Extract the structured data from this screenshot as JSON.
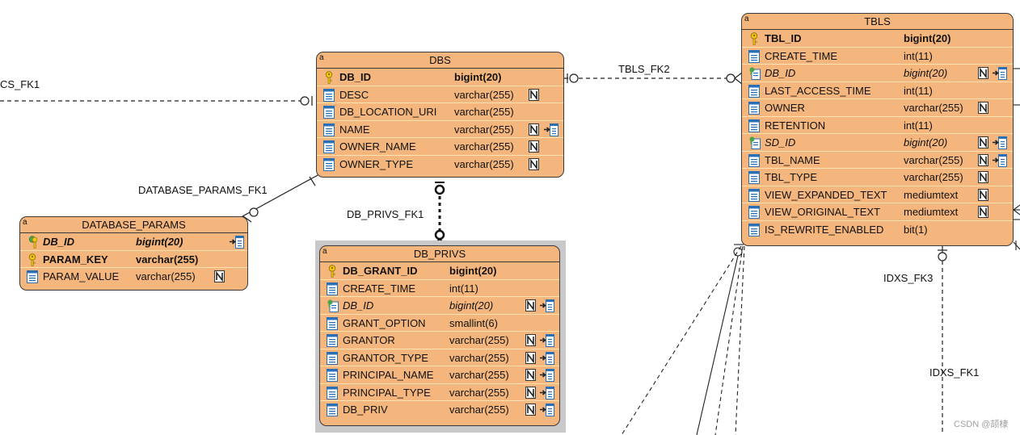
{
  "relationships": {
    "cs_fk1": "CS_FK1",
    "tbls_fk2": "TBLS_FK2",
    "database_params_fk1": "DATABASE_PARAMS_FK1",
    "db_privs_fk1": "DB_PRIVS_FK1",
    "idxs_fk3": "IDXS_FK3",
    "idxs_fk1": "IDXS_FK1"
  },
  "entities": {
    "dbs": {
      "title": "DBS",
      "rows": [
        {
          "name": "DB_ID",
          "type": "bigint(20)"
        },
        {
          "name": "DESC",
          "type": "varchar(255)"
        },
        {
          "name": "DB_LOCATION_URI",
          "type": "varchar(255)"
        },
        {
          "name": "NAME",
          "type": "varchar(255)"
        },
        {
          "name": "OWNER_NAME",
          "type": "varchar(255)"
        },
        {
          "name": "OWNER_TYPE",
          "type": "varchar(255)"
        }
      ]
    },
    "database_params": {
      "title": "DATABASE_PARAMS",
      "rows": [
        {
          "name": "DB_ID",
          "type": "bigint(20)"
        },
        {
          "name": "PARAM_KEY",
          "type": "varchar(255)"
        },
        {
          "name": "PARAM_VALUE",
          "type": "varchar(255)"
        }
      ]
    },
    "db_privs": {
      "title": "DB_PRIVS",
      "rows": [
        {
          "name": "DB_GRANT_ID",
          "type": "bigint(20)"
        },
        {
          "name": "CREATE_TIME",
          "type": "int(11)"
        },
        {
          "name": "DB_ID",
          "type": "bigint(20)"
        },
        {
          "name": "GRANT_OPTION",
          "type": "smallint(6)"
        },
        {
          "name": "GRANTOR",
          "type": "varchar(255)"
        },
        {
          "name": "GRANTOR_TYPE",
          "type": "varchar(255)"
        },
        {
          "name": "PRINCIPAL_NAME",
          "type": "varchar(255)"
        },
        {
          "name": "PRINCIPAL_TYPE",
          "type": "varchar(255)"
        },
        {
          "name": "DB_PRIV",
          "type": "varchar(255)"
        }
      ]
    },
    "tbls": {
      "title": "TBLS",
      "rows": [
        {
          "name": "TBL_ID",
          "type": "bigint(20)"
        },
        {
          "name": "CREATE_TIME",
          "type": "int(11)"
        },
        {
          "name": "DB_ID",
          "type": "bigint(20)"
        },
        {
          "name": "LAST_ACCESS_TIME",
          "type": "int(11)"
        },
        {
          "name": "OWNER",
          "type": "varchar(255)"
        },
        {
          "name": "RETENTION",
          "type": "int(11)"
        },
        {
          "name": "SD_ID",
          "type": "bigint(20)"
        },
        {
          "name": "TBL_NAME",
          "type": "varchar(255)"
        },
        {
          "name": "TBL_TYPE",
          "type": "varchar(255)"
        },
        {
          "name": "VIEW_EXPANDED_TEXT",
          "type": "mediumtext"
        },
        {
          "name": "VIEW_ORIGINAL_TEXT",
          "type": "mediumtext"
        },
        {
          "name": "IS_REWRITE_ENABLED",
          "type": "bit(1)"
        }
      ]
    }
  },
  "watermark": "CSDN @颉棣"
}
